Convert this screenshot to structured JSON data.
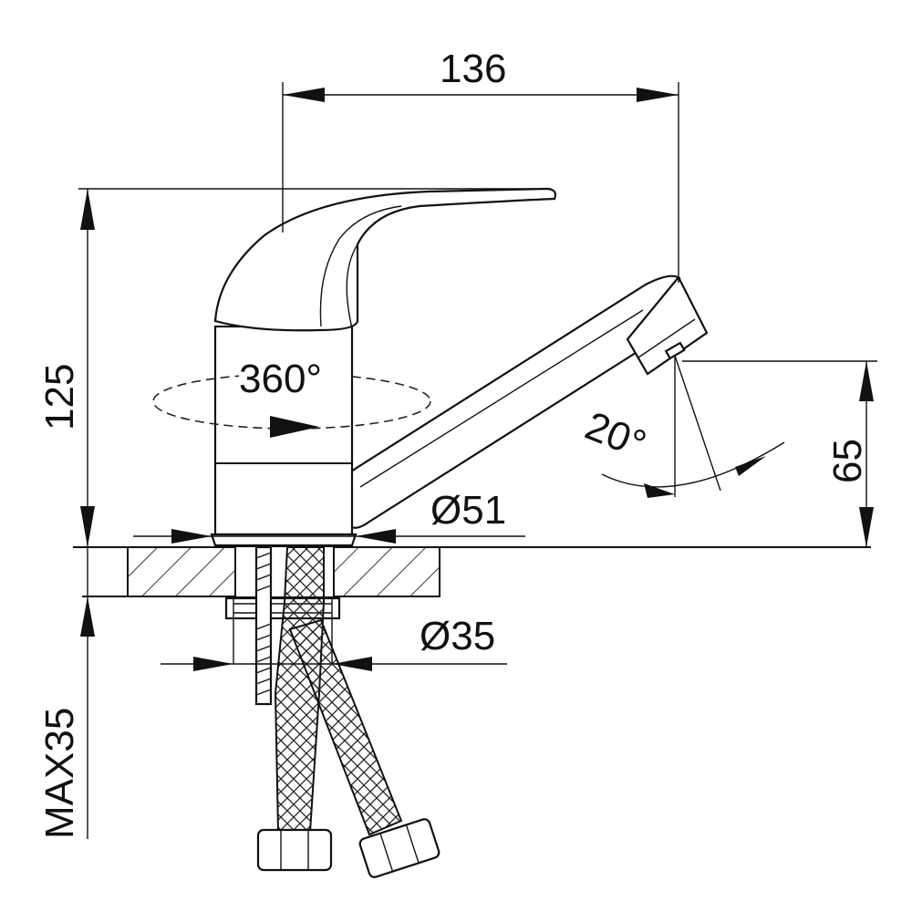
{
  "dimensions": {
    "width_top": "136",
    "height_total": "125",
    "spout_height": "65",
    "rotation": "360°",
    "tilt_angle": "20°",
    "base_diameter": "Ø51",
    "shank_diameter": "Ø35",
    "max_counter_thickness": "MAX35"
  }
}
